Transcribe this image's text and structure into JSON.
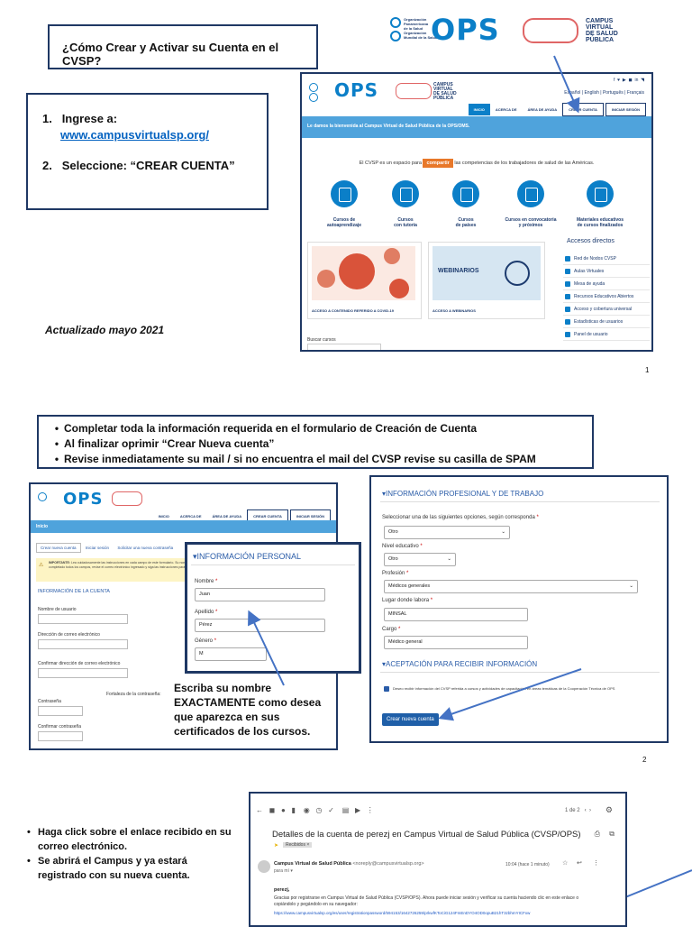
{
  "slide1": {
    "title": "¿Cómo Crear y Activar su Cuenta en el CVSP?",
    "step1_prefix": "1.",
    "step1_label": "Ingrese a:",
    "step1_url": "www.campusvirtualsp.org/",
    "step2_prefix": "2.",
    "step2_label": "Seleccione: “CREAR CUENTA”",
    "updated": "Actualizado mayo 2021",
    "page_number": "1",
    "logo_ops": "OPS",
    "logo_campus": [
      "CAMPUS",
      "VIRTUAL",
      "DE SALUD",
      "PÚBLICA"
    ],
    "logo_org_lines": [
      "Organización",
      "Panamericana",
      "de la Salud",
      "Organización",
      "Mundial de la Salud"
    ],
    "site": {
      "social": [
        "f",
        "♥",
        "▶",
        "◼",
        "in",
        "◥"
      ],
      "languages": [
        "Español",
        "English",
        "Português",
        "Français"
      ],
      "nav": [
        "INICIO",
        "ACERCA DE",
        "ÁREA DE AYUDA",
        "CREAR CUENTA",
        "INICIAR SESIÓN"
      ],
      "welcome": "Le damos la bienvenida al Campus Virtual de Salud Pública de la OPS/OMS.",
      "intro_before": "El CVSP es un espacio para",
      "intro_highlight": "compartir",
      "intro_after": "las competencias de los trabajadores de salud de las Américas.",
      "categories": [
        {
          "line1": "Cursos de",
          "line2": "autoaprendizaje"
        },
        {
          "line1": "Cursos",
          "line2": "con tutoría"
        },
        {
          "line1": "Cursos",
          "line2": "de países"
        },
        {
          "line1": "Cursos en convocatoria",
          "line2": "y próximos"
        },
        {
          "line1": "Materiales educativos",
          "line2": "de cursos finalizados"
        }
      ],
      "access_title": "Accesos directos",
      "access_items": [
        "Red de Nodos CVSP",
        "Aulas Virtuales",
        "Mesa de ayuda",
        "Recursos Educativos Abiertos",
        "Acceso y cobertura universal",
        "Estadísticas de usuarios",
        "Panel de usuario"
      ],
      "card1_caption": "ACCESO A CONTENIDO REFERIDO A COVID-19",
      "card2_caption": "ACCESO A WEBINARIOS",
      "card2_word": "WEBINARIOS",
      "search_label": "Buscar cursos"
    }
  },
  "slide2": {
    "bullets": [
      "Completar toda la información requerida en el formulario de Creación de Cuenta",
      "Al finalizar oprimir “Crear Nueva cuenta”",
      "Revise inmediatamente su mail / si no encuentra el mail del CVSP revise su casilla de SPAM"
    ],
    "page_number": "2",
    "left_form": {
      "breadcrumb": "Inicio",
      "tabs": [
        "Crear nueva cuenta",
        "Iniciar sesión",
        "Solicitar una nueva contraseña"
      ],
      "notice_bold": "IMPORTANTE:",
      "notice_text": "Lea cuidadosamente las instrucciones en cada campo de este formulario. Su nombre y apellido aparecerán exactamente en los certificados de aprobación de los cursos. Una vez completado todos los campos, revise el correo electrónico ingresado y siga las instrucciones para activar su cuenta.",
      "account_head": "INFORMACIÓN DE LA CUENTA",
      "username_label": "Nombre de usuario",
      "email_label": "Dirección de correo electrónico",
      "confirm_email_label": "Confirmar dirección de correo electrónico",
      "password_strength": "Fortaleza de la contraseña:",
      "password_label": "Contraseña",
      "confirm_password_label": "Confirmar contraseña"
    },
    "personal": {
      "head": "INFORMACIÓN PERSONAL",
      "name_label": "Nombre",
      "name_value": "Juan",
      "surname_label": "Apellido",
      "surname_value": "Pérez",
      "gender_label": "Género",
      "gender_value": "M"
    },
    "caption_lines": [
      "Escriba su nombre",
      "EXACTAMENTE como  desea",
      "que aparezca en sus",
      "certificados de los cursos."
    ],
    "professional": {
      "head": "INFORMACIÓN PROFESIONAL Y DE TRABAJO",
      "select_label": "Seleccionar una de las siguientes opciones, según corresponda",
      "select_value": "Otro",
      "edu_label": "Nivel educativo",
      "edu_value": "Otro",
      "profession_label": "Profesión",
      "profession_value": "Médicos generales",
      "workplace_label": "Lugar donde labora",
      "workplace_value": "MINSAL",
      "position_label": "Cargo",
      "position_value": "Médico general",
      "accept_head": "ACEPTACIÓN PARA RECIBIR INFORMACIÓN",
      "accept_text": "Deseo recibir información del CVSP referida a cursos y actividades de capacitación en áreas temáticas de la Cooperación Técnica de OPS",
      "button": "Crear nueva cuenta"
    }
  },
  "slide3": {
    "bullets": [
      "Haga click sobre el enlace recibido en su correo electrónico.",
      "Se abrirá el Campus y ya estará registrado con su nueva cuenta."
    ],
    "email": {
      "pager": "1 de 2",
      "subject": "Detalles de la cuenta de perezj en Campus Virtual de Salud Pública (CVSP/OPS)",
      "label_tag": "Recibidos ×",
      "sender_name": "Campus Virtual de Salud Pública",
      "sender_addr": "<noreply@campusvirtualsp.org>",
      "to": "para mí ▾",
      "time": "10:04 (hace 1 minuto)",
      "greeting": "perezj,",
      "body": "Gracias por registrarse en Campus Virtual de Salud Pública (CVSP/OPS). Ahora puede iniciar sesión y verificar su cuenta haciendo clic en este enlace o copiándolo y pegándolo en su navegador:",
      "link": "https://www.campusvirtualsp.org/es/user/registrationpassword/594153/1642726259/prkwfKToCiG124FmEnDYO4OD0opuB21hT3zbhmYICFxw"
    }
  }
}
